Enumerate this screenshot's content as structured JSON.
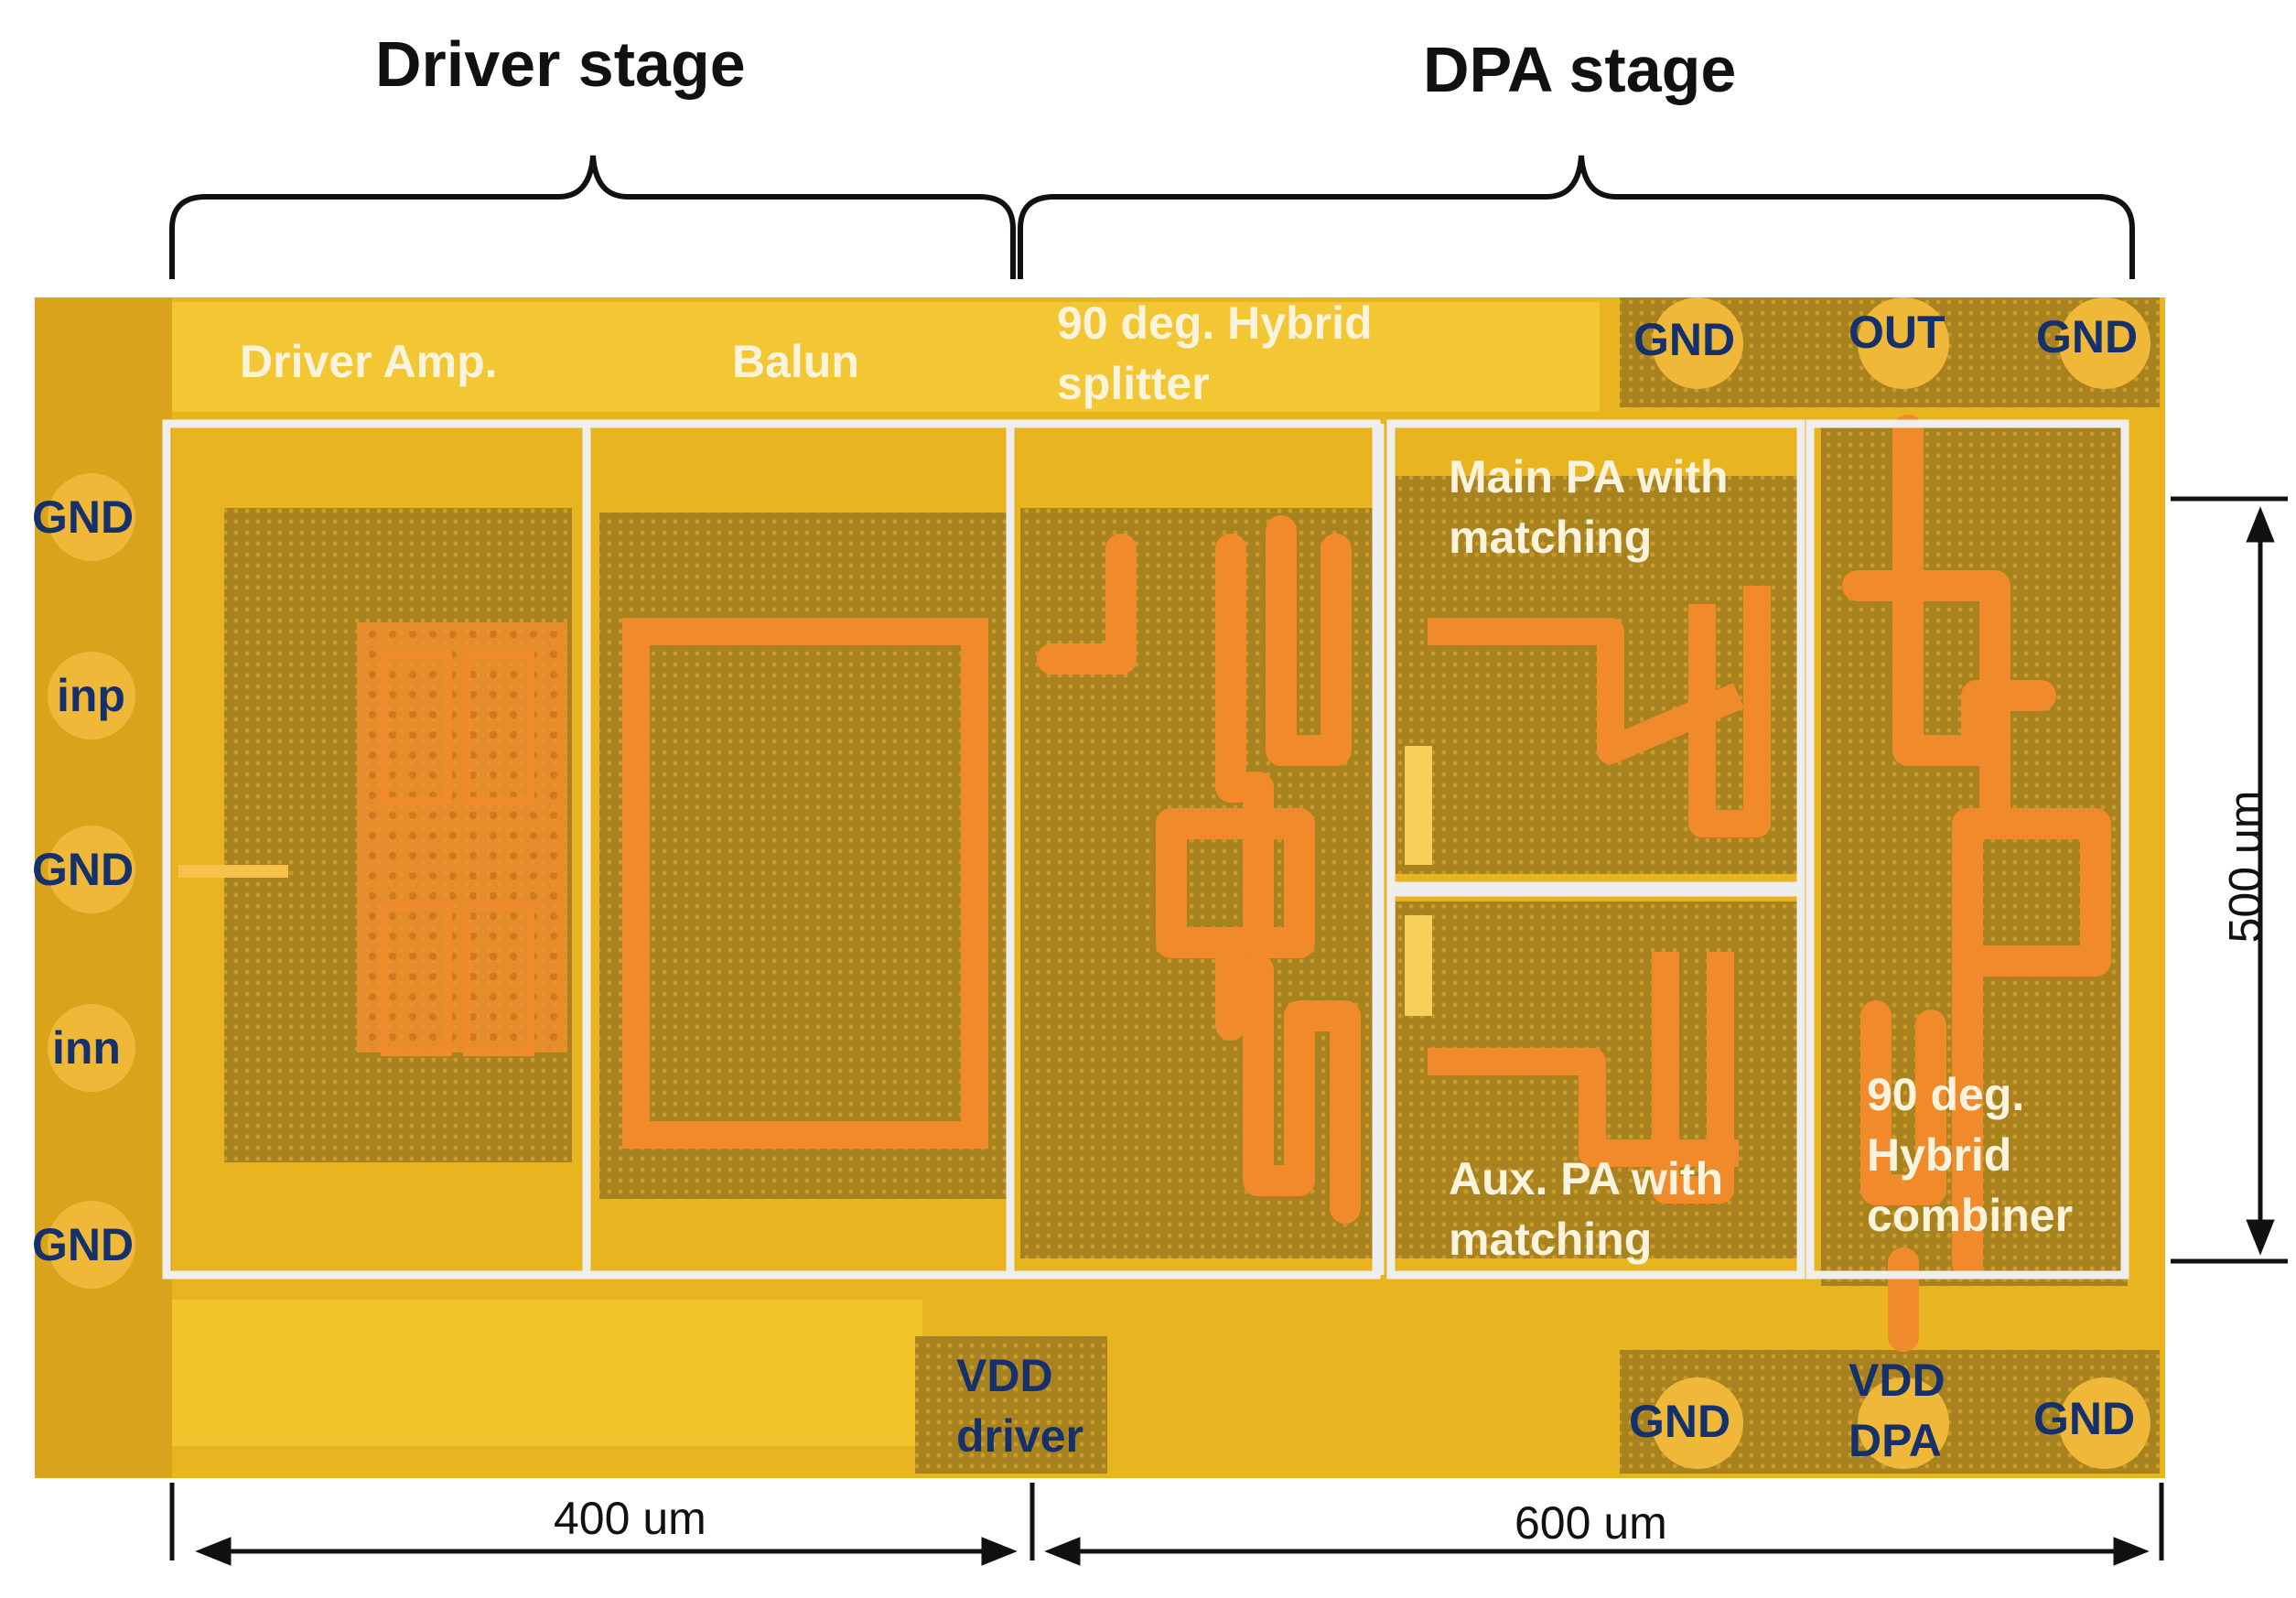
{
  "stage_labels": {
    "driver": "Driver stage",
    "dpa": "DPA stage"
  },
  "blocks": {
    "driver_amp": "Driver Amp.",
    "balun": "Balun",
    "hybrid_splitter": "90 deg. Hybrid splitter",
    "main_pa": "Main PA with matching",
    "aux_pa": "Aux. PA with matching",
    "hybrid_combiner": "90 deg. Hybrid combiner"
  },
  "pads": {
    "left": [
      "GND",
      "inp",
      "GND",
      "inn",
      "GND"
    ],
    "top_gnd_left": "GND",
    "top_out": "OUT",
    "top_gnd_right": "GND",
    "vdd_driver": "VDD driver",
    "bottom_gnd_left": "GND",
    "vdd_dpa": "VDD DPA",
    "bottom_gnd_right": "GND"
  },
  "dimensions": {
    "width_driver": "400 um",
    "width_dpa": "600 um",
    "height": "500 um"
  },
  "colors": {
    "die_background": "#e8b420",
    "die_bright": "#f2c52a",
    "metal_dark": "#a87a1c",
    "trace": "#f08a2a",
    "block_outline": "#eeeeee",
    "pad_text": "#14316e",
    "block_text": "#fbf3dc"
  }
}
